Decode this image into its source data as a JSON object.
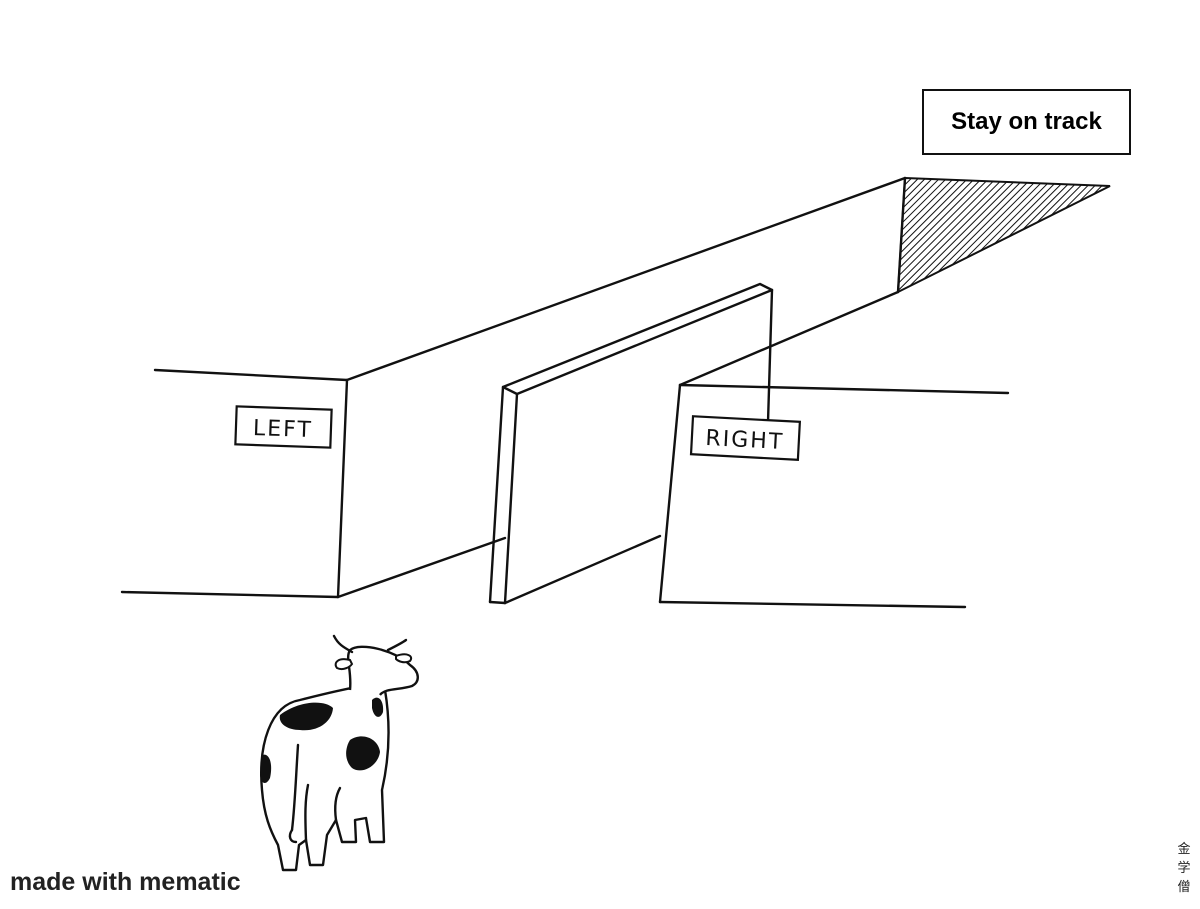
{
  "caption": "Stay on track",
  "sign_left": "LEFT",
  "sign_right": "RIGHT",
  "watermark": "made with mematic",
  "artist_signature": "金学僧",
  "colors": {
    "ink": "#111111",
    "background": "#ffffff"
  }
}
